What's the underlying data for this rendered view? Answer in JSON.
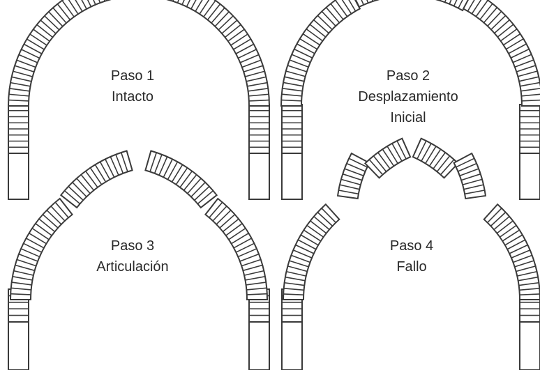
{
  "panels": [
    {
      "step": "Paso 1",
      "state": [
        "Intacto"
      ]
    },
    {
      "step": "Paso 2",
      "state": [
        "Desplazamiento",
        "Inicial"
      ]
    },
    {
      "step": "Paso 3",
      "state": [
        "Articulación"
      ]
    },
    {
      "step": "Paso 4",
      "state": [
        "Fallo"
      ]
    }
  ],
  "colors": {
    "stroke": "#3a3a3a",
    "fill": "#ffffff",
    "text": "#2a2a2a"
  }
}
